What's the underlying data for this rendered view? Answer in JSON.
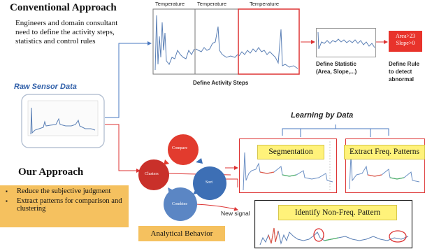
{
  "conventional": {
    "title": "Conventional Approach",
    "description": "Engineers and domain consultant need to define the activity steps, statistics and control rules"
  },
  "raw_sensor": {
    "title": "Raw Sensor Data"
  },
  "activity": {
    "temp_labels": [
      "Temperature",
      "Temperature",
      "Temperature"
    ],
    "caption": "Define Activity Steps"
  },
  "statistic": {
    "caption_line1": "Define Statistic",
    "caption_line2": "(Area, Slope,...)"
  },
  "rule": {
    "box_line1": "Area>23",
    "box_line2": "Slope>0",
    "caption_line1": "Define Rule",
    "caption_line2": "to detect",
    "caption_line3": "abnormal"
  },
  "our": {
    "title": "Our Approach",
    "bullets": [
      "Reduce the subjective judgment",
      "Extract patterns for comparison and clustering"
    ]
  },
  "circles": [
    "Compare",
    "Clusters",
    "Sort",
    "Combine"
  ],
  "analytical": "Analytical Behavior",
  "learning": "Learning by Data",
  "segmentation": "Segmentation",
  "extract": "Extract Freq. Patterns",
  "new_signal": "New signal",
  "non_freq": "Identify Non-Freq. Pattern",
  "colors": {
    "accent_blue": "#2e5ea8",
    "orange": "#f5c15f",
    "yellow": "#fff27a",
    "red": "#e8332b",
    "signal": "#5a7fb5"
  }
}
